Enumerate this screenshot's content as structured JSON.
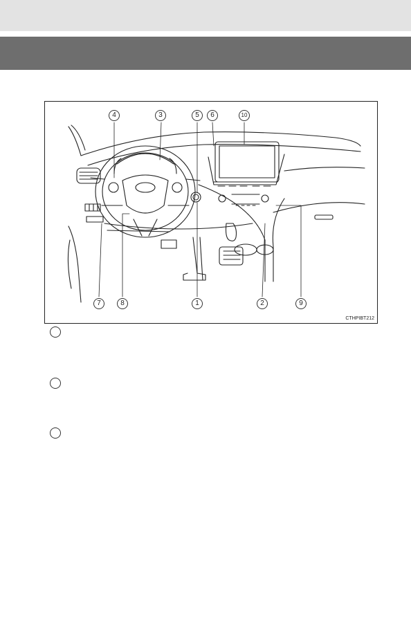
{
  "figure": {
    "code": "CTHPIBT212",
    "callouts": [
      "1",
      "2",
      "3",
      "4",
      "5",
      "6",
      "7",
      "8",
      "9",
      "10"
    ]
  }
}
